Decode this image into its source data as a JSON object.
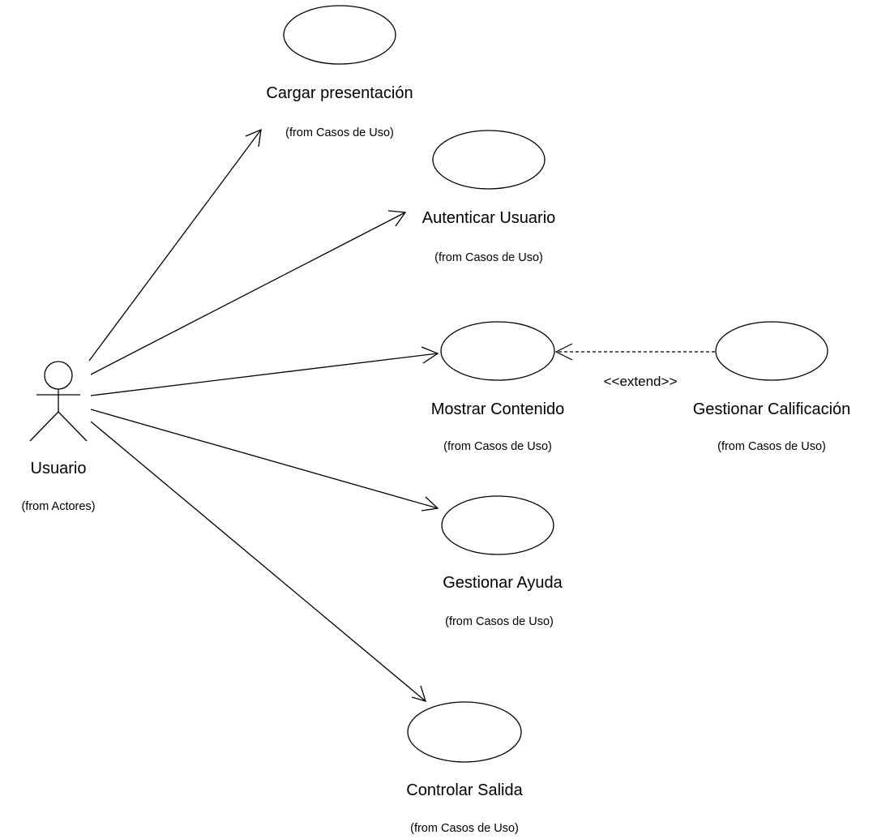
{
  "actor": {
    "name": "Usuario",
    "package": "(from Actores)"
  },
  "use_cases": [
    {
      "name": "Cargar presentación",
      "package": "(from Casos de Uso)"
    },
    {
      "name": "Autenticar Usuario",
      "package": "(from Casos de Uso)"
    },
    {
      "name": "Mostrar Contenido",
      "package": "(from Casos de Uso)"
    },
    {
      "name": "Gestionar Calificación",
      "package": "(from Casos de Uso)"
    },
    {
      "name": "Gestionar Ayuda",
      "package": "(from Casos de Uso)"
    },
    {
      "name": "Controlar Salida",
      "package": "(from Casos de Uso)"
    }
  ],
  "relations": {
    "extend_label": "<<extend>>"
  },
  "colors": {
    "use_case_fill": "#ffffff",
    "stroke": "#000000",
    "background": "#ffffff"
  }
}
